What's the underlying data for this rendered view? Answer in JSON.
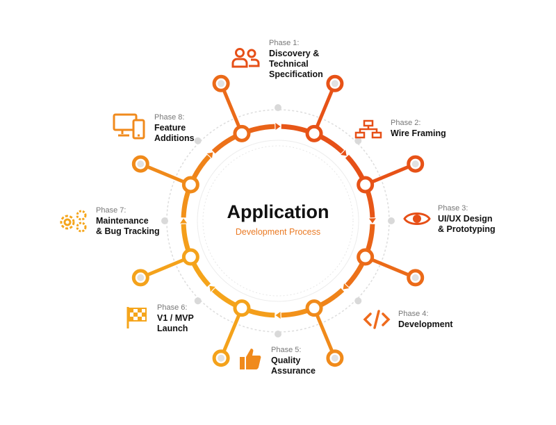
{
  "center": {
    "title": "Application",
    "subtitle": "Development Process"
  },
  "phases": [
    {
      "phase": "Phase 1:",
      "title": "Discovery &\nTechnical\nSpecification",
      "icon": "users-icon"
    },
    {
      "phase": "Phase 2:",
      "title": "Wire Framing",
      "icon": "sitemap-icon"
    },
    {
      "phase": "Phase 3:",
      "title": "UI/UX Design\n& Prototyping",
      "icon": "eye-icon"
    },
    {
      "phase": "Phase 4:",
      "title": "Development",
      "icon": "code-icon"
    },
    {
      "phase": "Phase 5:",
      "title": "Quality\nAssurance",
      "icon": "thumbs-up-icon"
    },
    {
      "phase": "Phase 6:",
      "title": "V1 / MVP\nLaunch",
      "icon": "checkered-flag-icon"
    },
    {
      "phase": "Phase 7:",
      "title": "Maintenance\n& Bug Tracking",
      "icon": "gears-icon"
    },
    {
      "phase": "Phase 8:",
      "title": "Feature\nAdditions",
      "icon": "devices-icon"
    }
  ],
  "colors": {
    "red_orange": "#e64f17",
    "orange": "#ee7a1c",
    "yellow_orange": "#f5a51b",
    "gray": "#d9d9d9"
  }
}
